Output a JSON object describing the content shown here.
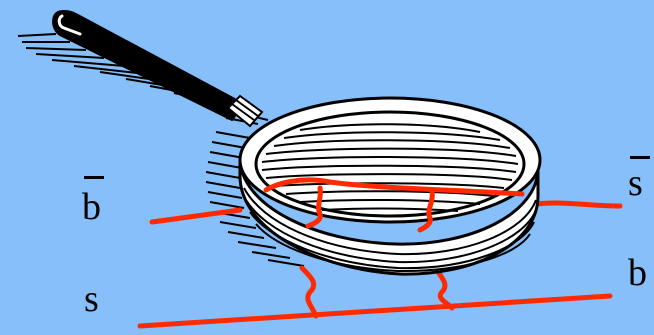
{
  "labels": {
    "top_left": "b",
    "top_right": "s",
    "bottom_left": "s",
    "bottom_right": "b"
  },
  "colors": {
    "background": "#86bffa",
    "quark_line": "#ff2a00",
    "ink": "#000000",
    "glass_rim": "#ffffff"
  },
  "icons": {
    "magnifier": "magnifying-glass-icon"
  }
}
